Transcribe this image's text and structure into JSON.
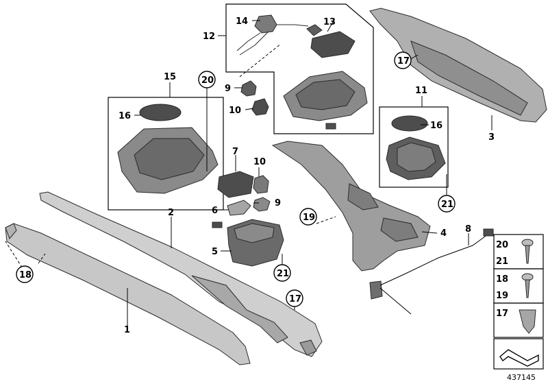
{
  "diagram": {
    "labels": {
      "p1": "1",
      "p2": "2",
      "p3": "3",
      "p4": "4",
      "p5": "5",
      "p6": "6",
      "p7": "7",
      "p8": "8",
      "p9a": "9",
      "p9b": "9",
      "p10a": "10",
      "p10b": "10",
      "p11": "11",
      "p12": "12",
      "p13": "13",
      "p14": "14",
      "p15": "15",
      "p16a": "16",
      "p16b": "16",
      "p17a": "17",
      "p17b": "17",
      "p18": "18",
      "p19": "19",
      "p20": "20",
      "p21a": "21",
      "p21b": "21"
    },
    "legend": {
      "row1_a": "20",
      "row1_b": "21",
      "row2_a": "18",
      "row2_b": "19",
      "row3_a": "17"
    },
    "ref_number": "437145"
  },
  "colors": {
    "trim_light": "#c9c9c9",
    "trim_mid": "#a9a9a9",
    "part_dark": "#4d4d4d",
    "part_mid": "#7a7a7a"
  }
}
